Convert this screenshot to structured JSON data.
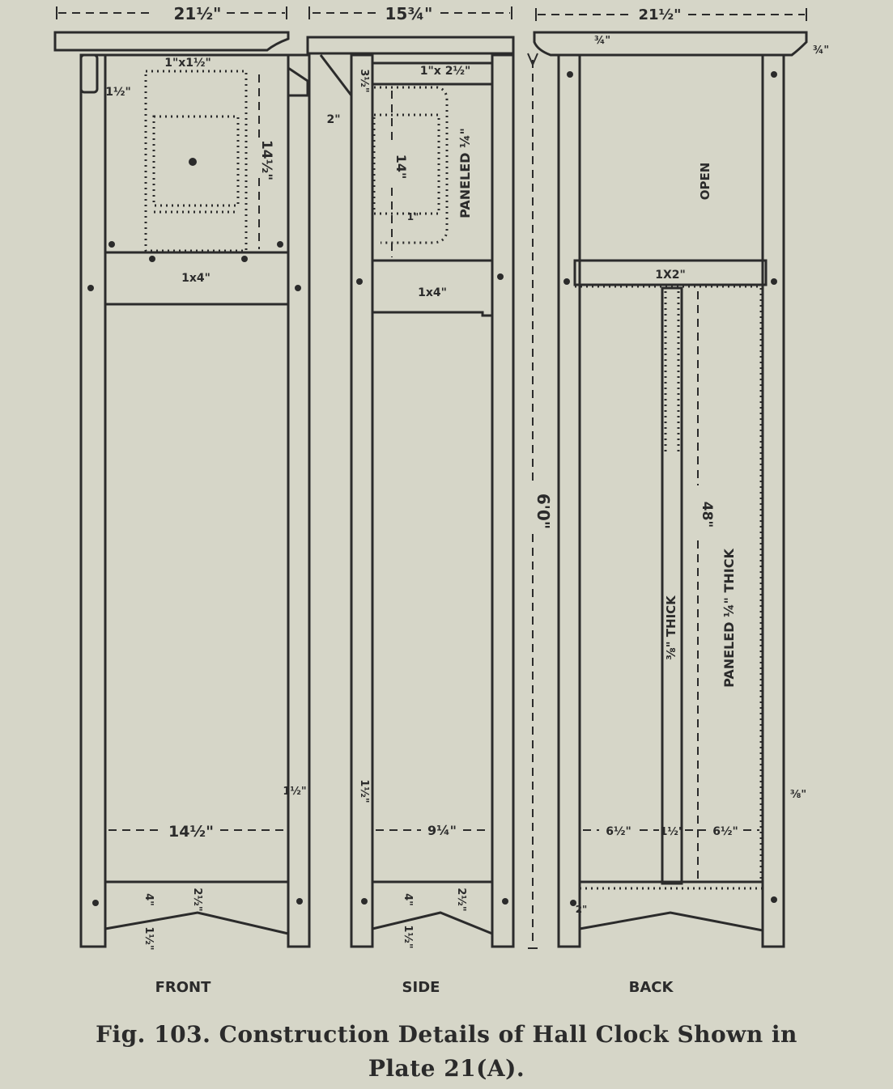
{
  "views": {
    "front": "FRONT",
    "side": "SIDE",
    "back": "BACK"
  },
  "caption": {
    "line1": "Fig. 103.  Construction Details of Hall Clock Shown in",
    "line2": "Plate 21(A)."
  },
  "front_dims": {
    "top_width": "21½\"",
    "rail_top": "1\"x1½\"",
    "stile_side": "1½\"",
    "door_height": "14½\"",
    "rail_mid": "1x4\"",
    "inner_width": "14½\"",
    "right_leg": "1½\"",
    "bottom_4": "4\"",
    "bottom_2": "2½\"",
    "bottom_foot": "1½\""
  },
  "side_dims": {
    "top_width": "15¾\"",
    "rail_top": "1\"x 2½\"",
    "small_3": "3½\"",
    "top_2": "2\"",
    "door_height": "14\"",
    "panel_note": "PANELED ¼\"",
    "small_1": "1\"",
    "rail_mid": "1x4\"",
    "left_leg": "1½\"",
    "inner_width": "9¼\"",
    "bottom_4": "4\"",
    "bottom_2": "2½\"",
    "bottom_foot": "1½\"",
    "total_height": "6'0\""
  },
  "back_dims": {
    "top_width": "21½\"",
    "top_overhang": "¾\"",
    "top_right": "¾\"",
    "open_label": "OPEN",
    "rail": "1X2\"",
    "strip_thick": "⅜\" THICK",
    "height_48": "48\"",
    "panel_note": "PANELED ¼\" THICK",
    "right_leg": "⅜\"",
    "left_span": "6½\"",
    "mid_span": "1½\"",
    "right_span": "6½\"",
    "bottom_small": "2\""
  }
}
